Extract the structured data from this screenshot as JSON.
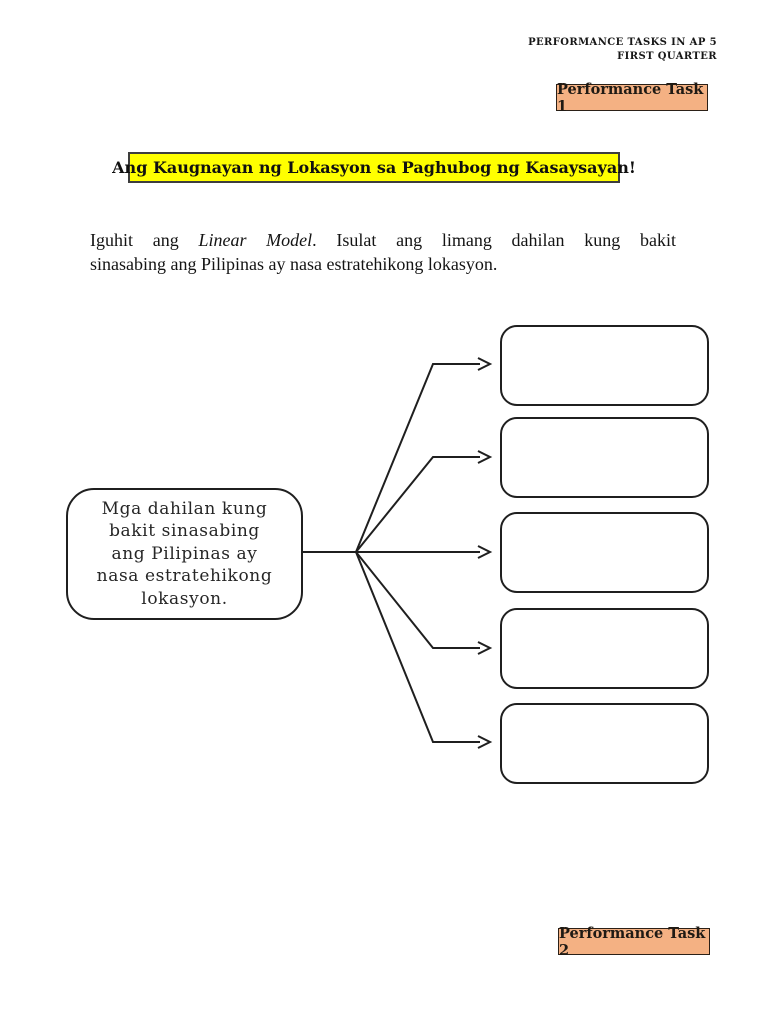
{
  "header": {
    "line1": "PERFORMANCE TASKS IN AP 5",
    "line2": "FIRST QUARTER"
  },
  "badges": {
    "task1": {
      "label": "Performance Task 1",
      "fill": "#f4b183",
      "border": "#2b2017"
    },
    "task2": {
      "label": "Performance Task 2",
      "fill": "#f4b183",
      "border": "#2b2017"
    }
  },
  "title": {
    "text": "Ang Kaugnayan ng Lokasyon sa Paghubog ng Kasaysayan!",
    "highlight": "#ffff00"
  },
  "instructions": {
    "line1_pre": "Iguhit ang ",
    "line1_italic": "Linear Model",
    "line1_post": ". Isulat ang limang dahilan kung bakit",
    "line2": "sinasabing ang Pilipinas ay nasa estratehikong lokasyon.",
    "full_text": "Iguhit ang Linear Model. Isulat ang limang dahilan kung bakit sinasabing ang Pilipinas ay nasa estratehikong lokasyon."
  },
  "diagram": {
    "type": "linear-model",
    "stroke_color": "#1f1f1f",
    "center_box": {
      "text": "Mga dahilan kung bakit sinasabing ang Pilipinas ay nasa estratehikong lokasyon.",
      "lines": [
        "Mga dahilan kung",
        "bakit sinasabing",
        "ang Pilipinas ay",
        "nasa estratehikong",
        "lokasyon."
      ]
    },
    "answer_boxes": {
      "count": 5,
      "values": [
        "",
        "",
        "",
        "",
        ""
      ]
    }
  }
}
